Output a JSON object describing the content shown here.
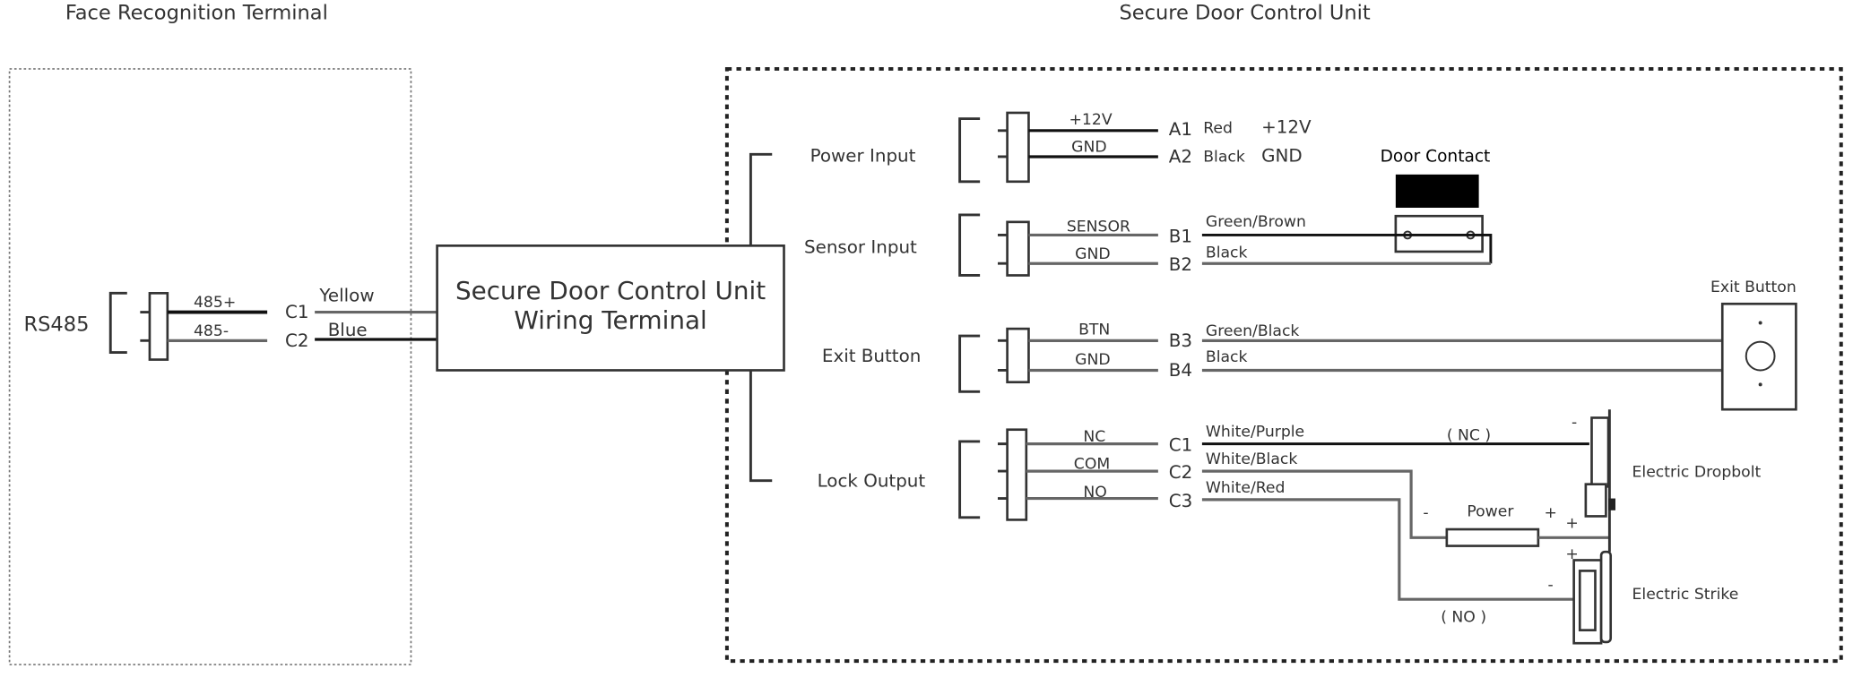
{
  "titles": {
    "left": "Face Recognition Terminal",
    "right": "Secure Door Control Unit"
  },
  "terminal": {
    "port": "RS485",
    "pins": [
      {
        "label": "485+",
        "terminal": "C1",
        "color": "Yellow"
      },
      {
        "label": "485-",
        "terminal": "C2",
        "color": "Blue"
      }
    ]
  },
  "wiring_terminal": {
    "line1": "Secure Door Control Unit",
    "line2": "Wiring Terminal"
  },
  "groups": {
    "power": {
      "label": "Power Input",
      "pins": [
        {
          "label": "+12V",
          "terminal": "A1",
          "color": "Red",
          "signal": "+12V"
        },
        {
          "label": "GND",
          "terminal": "A2",
          "color": "Black",
          "signal": "GND"
        }
      ]
    },
    "sensor": {
      "label": "Sensor Input",
      "pins": [
        {
          "label": "SENSOR",
          "terminal": "B1",
          "color": "Green/Brown"
        },
        {
          "label": "GND",
          "terminal": "B2",
          "color": "Black"
        }
      ]
    },
    "exit": {
      "label": "Exit Button",
      "pins": [
        {
          "label": "BTN",
          "terminal": "B3",
          "color": "Green/Black"
        },
        {
          "label": "GND",
          "terminal": "B4",
          "color": "Black"
        }
      ]
    },
    "lock": {
      "label": "Lock Output",
      "pins": [
        {
          "label": "NC",
          "terminal": "C1",
          "color": "White/Purple"
        },
        {
          "label": "COM",
          "terminal": "C2",
          "color": "White/Black"
        },
        {
          "label": "NO",
          "terminal": "C3",
          "color": "White/Red"
        }
      ]
    }
  },
  "devices": {
    "door_contact": "Door Contact",
    "exit_button": "Exit Button",
    "dropbolt": "Electric Dropbolt",
    "strike": "Electric Strike",
    "power": "Power",
    "nc_note": "( NC )",
    "no_note": "( NO )",
    "minus": "-",
    "plus": "+"
  }
}
